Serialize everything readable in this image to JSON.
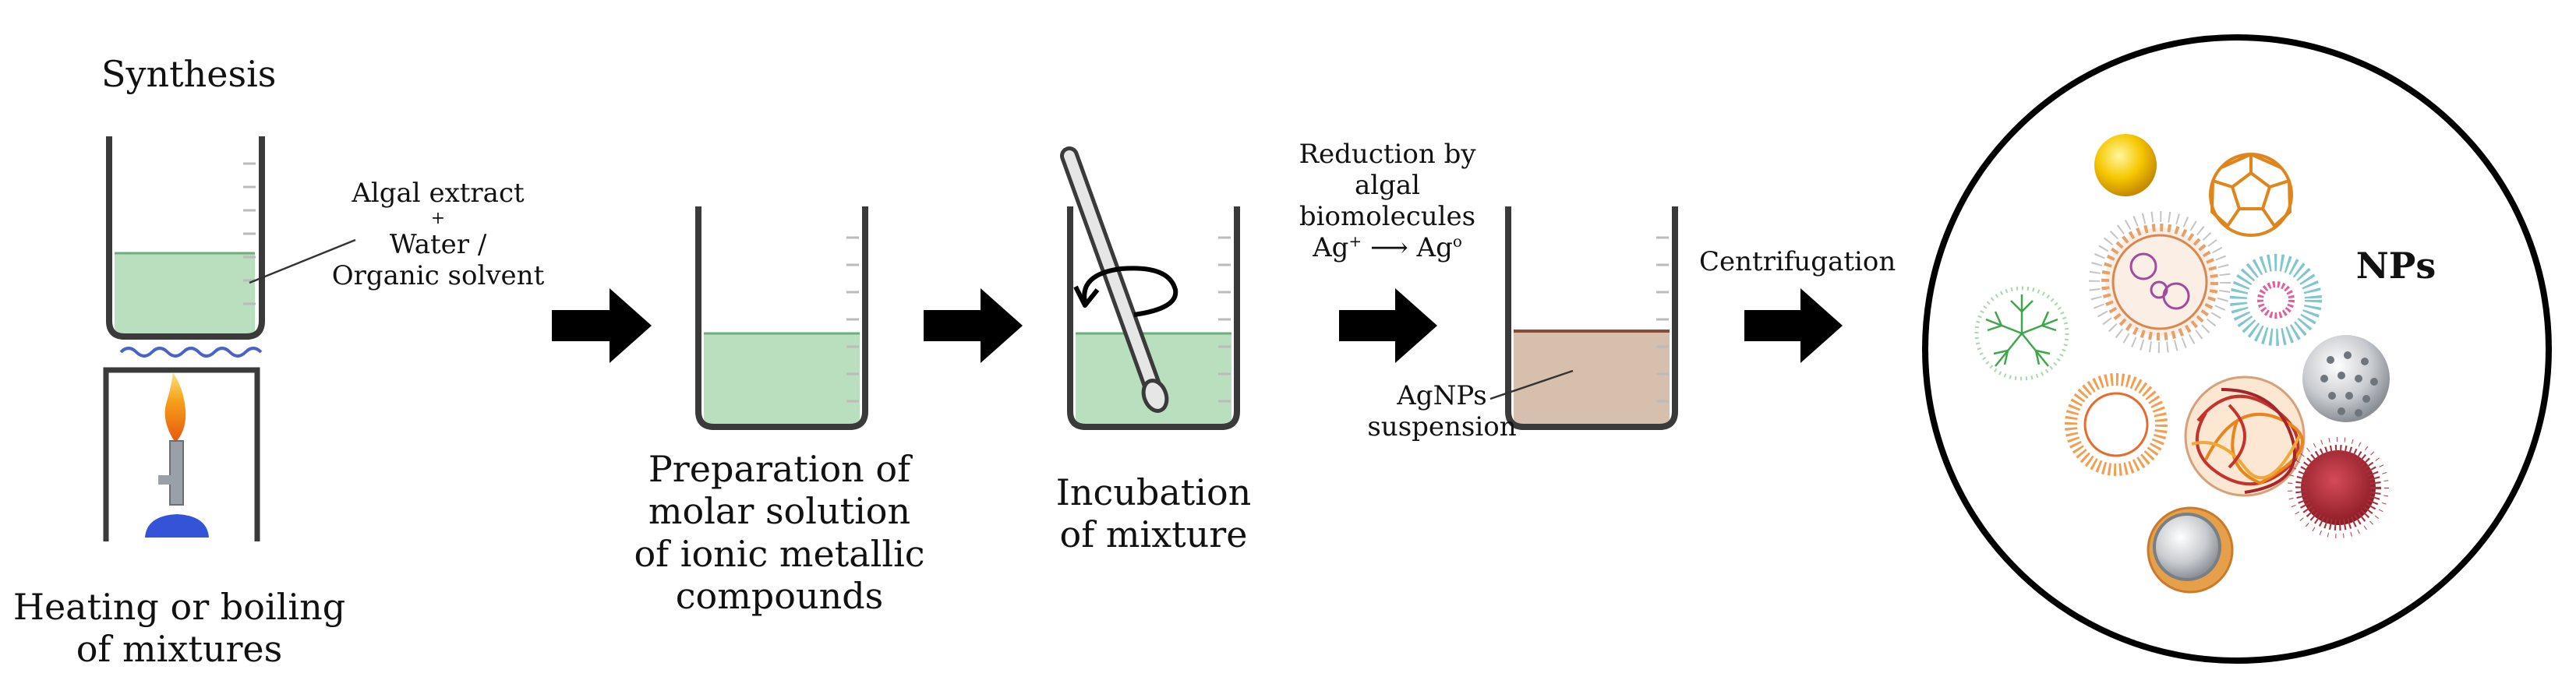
{
  "title": "Synthesis",
  "step1": {
    "beaker_annotation": [
      "Algal extract",
      "+",
      "Water /",
      "Organic solvent"
    ],
    "caption": [
      "Heating or boiling",
      "of mixtures"
    ]
  },
  "step2": {
    "caption": [
      "Preparation of",
      "molar solution",
      "of ionic metallic",
      "compounds"
    ]
  },
  "step3": {
    "caption": [
      "Incubation",
      "of mixture"
    ]
  },
  "reduction": {
    "lines": [
      "Reduction by",
      "algal",
      "biomolecules"
    ],
    "equation": {
      "from": "Ag",
      "from_sup": "+",
      "to": "Ag",
      "to_sup": "o"
    }
  },
  "step4": {
    "annotation": [
      "AgNPs",
      "suspension"
    ]
  },
  "centrifugation": "Centrifugation",
  "nps_label": "NPs",
  "colors": {
    "green_liquid": "#b9dfbf",
    "brown_liquid": "#d6bfad",
    "arrow": "#000000",
    "flame_blue": "#3553d6"
  },
  "icons": [
    "bunsen-burner-icon",
    "beaker-icon",
    "stirring-rod-icon",
    "rotation-arrow-icon",
    "nanoparticle-icons"
  ]
}
